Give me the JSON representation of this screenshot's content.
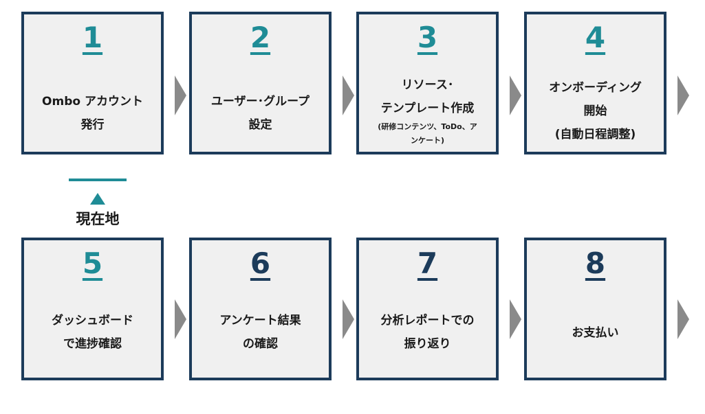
{
  "colors": {
    "teal": "#1f8c96",
    "navy": "#1c3b5a",
    "box_fill": "#f0f0f0",
    "arrow": "#8a8a8a"
  },
  "current_location": {
    "label": "現在地",
    "icon": "up-triangle-icon"
  },
  "steps": [
    {
      "number": "1",
      "label": "Ombo アカウント\n発行",
      "sub": "",
      "number_color": "teal"
    },
    {
      "number": "2",
      "label": "ユーザー･グループ\n設定",
      "sub": "",
      "number_color": "teal"
    },
    {
      "number": "3",
      "label": "リソース･\nテンプレート作成",
      "sub": "(研修コンテンツ、ToDo、ア\nンケート)",
      "number_color": "teal"
    },
    {
      "number": "4",
      "label": "オンボーディング\n開始\n(自動日程調整)",
      "sub": "",
      "number_color": "teal"
    },
    {
      "number": "5",
      "label": "ダッシュボード\nで進捗確認",
      "sub": "",
      "number_color": "teal"
    },
    {
      "number": "6",
      "label": "アンケート結果\nの確認",
      "sub": "",
      "number_color": "navy"
    },
    {
      "number": "7",
      "label": "分析レポートでの\n振り返り",
      "sub": "",
      "number_color": "navy"
    },
    {
      "number": "8",
      "label": "お支払い",
      "sub": "",
      "number_color": "navy"
    }
  ]
}
